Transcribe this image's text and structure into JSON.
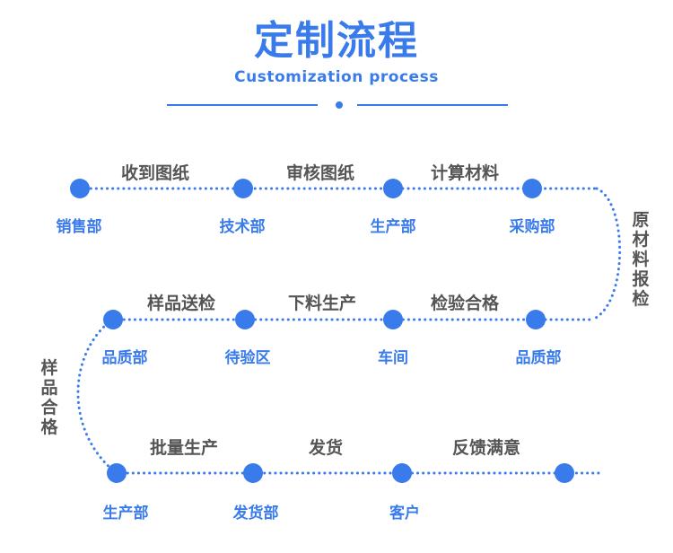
{
  "header": {
    "title": "定制流程",
    "subtitle": "Customization process"
  },
  "colors": {
    "accent": "#3a7bec",
    "step_text": "#555555"
  },
  "rows": [
    {
      "nodes": [
        {
          "department": "销售部"
        },
        {
          "department": "技术部"
        },
        {
          "department": "生产部"
        },
        {
          "department": "采购部"
        }
      ],
      "steps": [
        "收到图纸",
        "审核图纸",
        "计算材料"
      ]
    },
    {
      "nodes": [
        {
          "department": "品质部"
        },
        {
          "department": "待验区"
        },
        {
          "department": "车间"
        },
        {
          "department": "品质部"
        }
      ],
      "steps": [
        "样品送检",
        "下料生产",
        "检验合格"
      ]
    },
    {
      "nodes": [
        {
          "department": "生产部"
        },
        {
          "department": "发货部"
        },
        {
          "department": "客户"
        },
        {
          "department": ""
        }
      ],
      "steps": [
        "批量生产",
        "发货",
        "反馈满意"
      ]
    }
  ],
  "connectors": {
    "right": "原材料报检",
    "left": "样品合格"
  }
}
